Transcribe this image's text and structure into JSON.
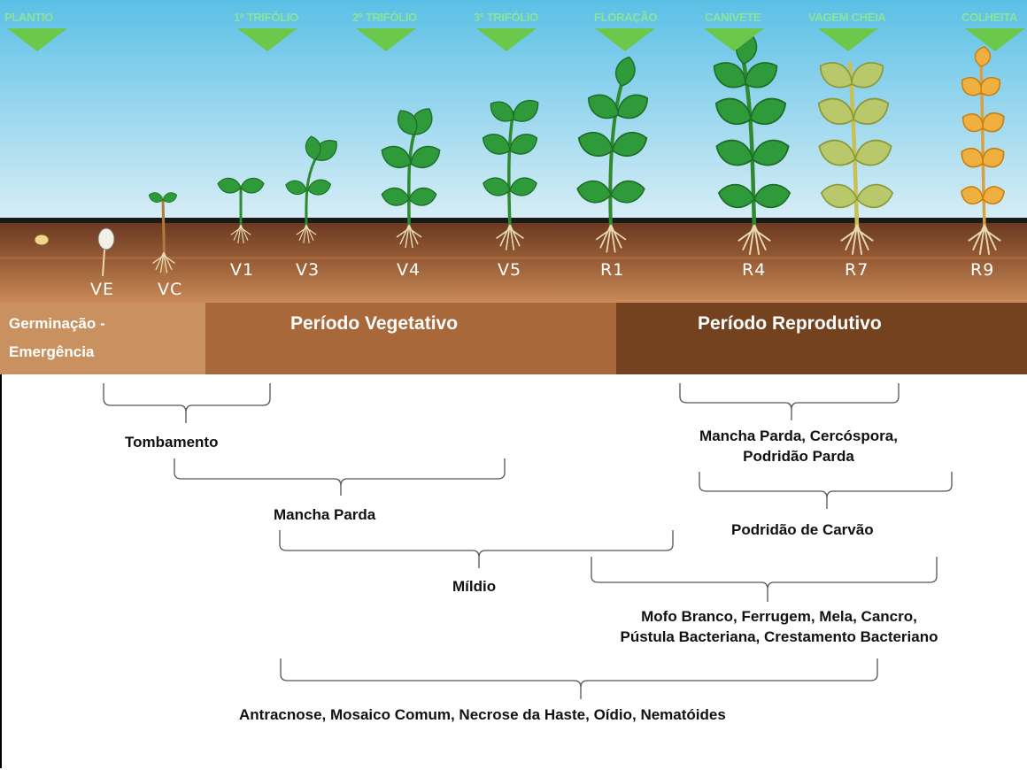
{
  "colors": {
    "sky_top": "#5bc0e6",
    "sky_bottom": "#d8eef6",
    "soil_dark": "#6b3a22",
    "soil_light": "#c98a57",
    "germination": "#c9915f",
    "vegetative": "#a8683a",
    "reproductive": "#74421f",
    "stage_label": "#8be39a"
  },
  "stages": [
    {
      "label": "PLANTIO"
    },
    {
      "label": "1º TRIFÓLIO"
    },
    {
      "label": "2º TRIFÓLIO"
    },
    {
      "label": "3º TRIFÓLIO"
    },
    {
      "label": "FLORAÇÃO"
    },
    {
      "label": "CANIVETE"
    },
    {
      "label": "VAGEM CHEIA"
    },
    {
      "label": "COLHEITA"
    }
  ],
  "growth_codes": [
    "VE",
    "VC",
    "V1",
    "V3",
    "V4",
    "V5",
    "R1",
    "R4",
    "R7",
    "R9"
  ],
  "periods": {
    "germination": {
      "line1": "Germinação -",
      "line2": "Emergência"
    },
    "vegetative": "Período Vegetativo",
    "reproductive": "Período Reprodutivo"
  },
  "diseases": {
    "tombamento": "Tombamento",
    "mancha_parda": "Mancha Parda",
    "mildio": "Míldio",
    "repro_foliar": {
      "line1": "Mancha Parda, Cercóspora,",
      "line2": "Podridão Parda"
    },
    "carvao": "Podridão de Carvão",
    "mofo": {
      "line1": "Mofo Branco, Ferrugem, Mela, Cancro,",
      "line2": "Pústula Bacteriana, Crestamento Bacteriano"
    },
    "general": "Antracnose, Mosaico Comum, Necrose da Haste, Oídio, Nematóides"
  }
}
